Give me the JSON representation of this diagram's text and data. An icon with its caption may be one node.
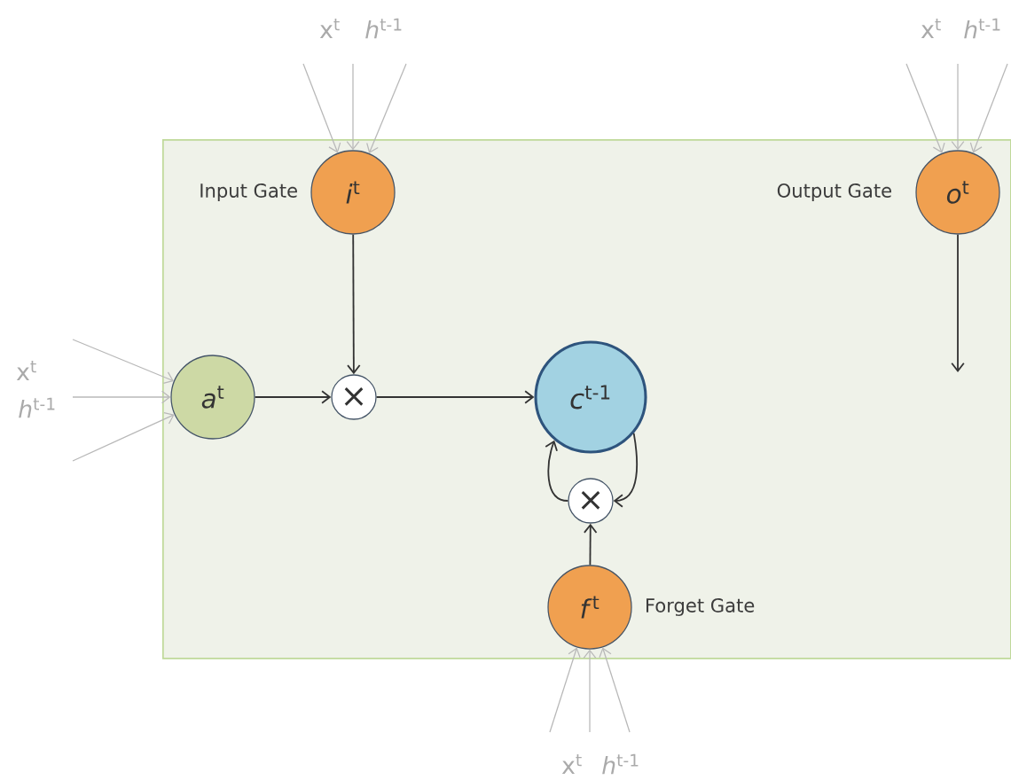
{
  "diagram": {
    "nodes": [
      {
        "text": [],
        "shape": "box"
      },
      {
        "text": [
          "*i*$^{t}$"
        ],
        "beside": [
          "Input Gate"
        ],
        "in": 0
      },
      {
        "text": [
          "*o*$^{t}$"
        ],
        "beside": [
          "Output Gate"
        ],
        "in": 0
      },
      {
        "text": [
          "*a*$^{t}$"
        ],
        "in": 0
      },
      {
        "text": [
          "×"
        ],
        "in": 0
      },
      {
        "text": [
          "*c*$^{t-1}$"
        ],
        "in": 0
      },
      {
        "text": [
          "×"
        ],
        "in": 0
      },
      {
        "text": [
          "*f*$^{t}$"
        ],
        "beside": [
          "Forget Gate"
        ],
        "in": 0
      }
    ],
    "edges": [
      {
        "from": null,
        "to": 1,
        "arrow": "to"
      },
      {
        "from": null,
        "to": 1,
        "arrow": "to"
      },
      {
        "from": null,
        "to": 1,
        "arrow": "to"
      },
      {
        "from": null,
        "to": 2,
        "arrow": "to"
      },
      {
        "from": null,
        "to": 2,
        "arrow": "to"
      },
      {
        "from": null,
        "to": 2,
        "arrow": "to"
      },
      {
        "from": null,
        "to": 3,
        "arrow": "to"
      },
      {
        "from": null,
        "to": 3,
        "arrow": "to"
      },
      {
        "from": null,
        "to": 3,
        "arrow": "to"
      },
      {
        "from": null,
        "to": 7,
        "arrow": "to"
      },
      {
        "from": null,
        "to": 7,
        "arrow": "to"
      },
      {
        "from": null,
        "to": 7,
        "arrow": "to"
      },
      {
        "from": 1,
        "to": 4,
        "arrow": "to",
        "color": "#333333"
      },
      {
        "from": 3,
        "to": 4,
        "arrow": "to",
        "color": "#333333"
      },
      {
        "from": 4,
        "to": 5,
        "arrow": "to",
        "color": "#333333"
      },
      {
        "from": 5,
        "to": 6,
        "arrow": "to",
        "color": "#333333"
      },
      {
        "from": 6,
        "to": 5,
        "arrow": "to",
        "color": "#333333"
      },
      {
        "from": 7,
        "to": 6,
        "arrow": "to",
        "color": "#333333"
      },
      {
        "from": 2,
        "to": null,
        "arrow": "to",
        "color": "#333333"
      }
    ],
    "labels": [
      "x$^{t}$",
      "*h*$^{t-1}$",
      "x$^{t}$",
      "*h*$^{t-1}$",
      "x$^{t}$",
      "*h*$^{t-1}$",
      "x$^{t}$",
      "*h*$^{t-1}$"
    ]
  }
}
